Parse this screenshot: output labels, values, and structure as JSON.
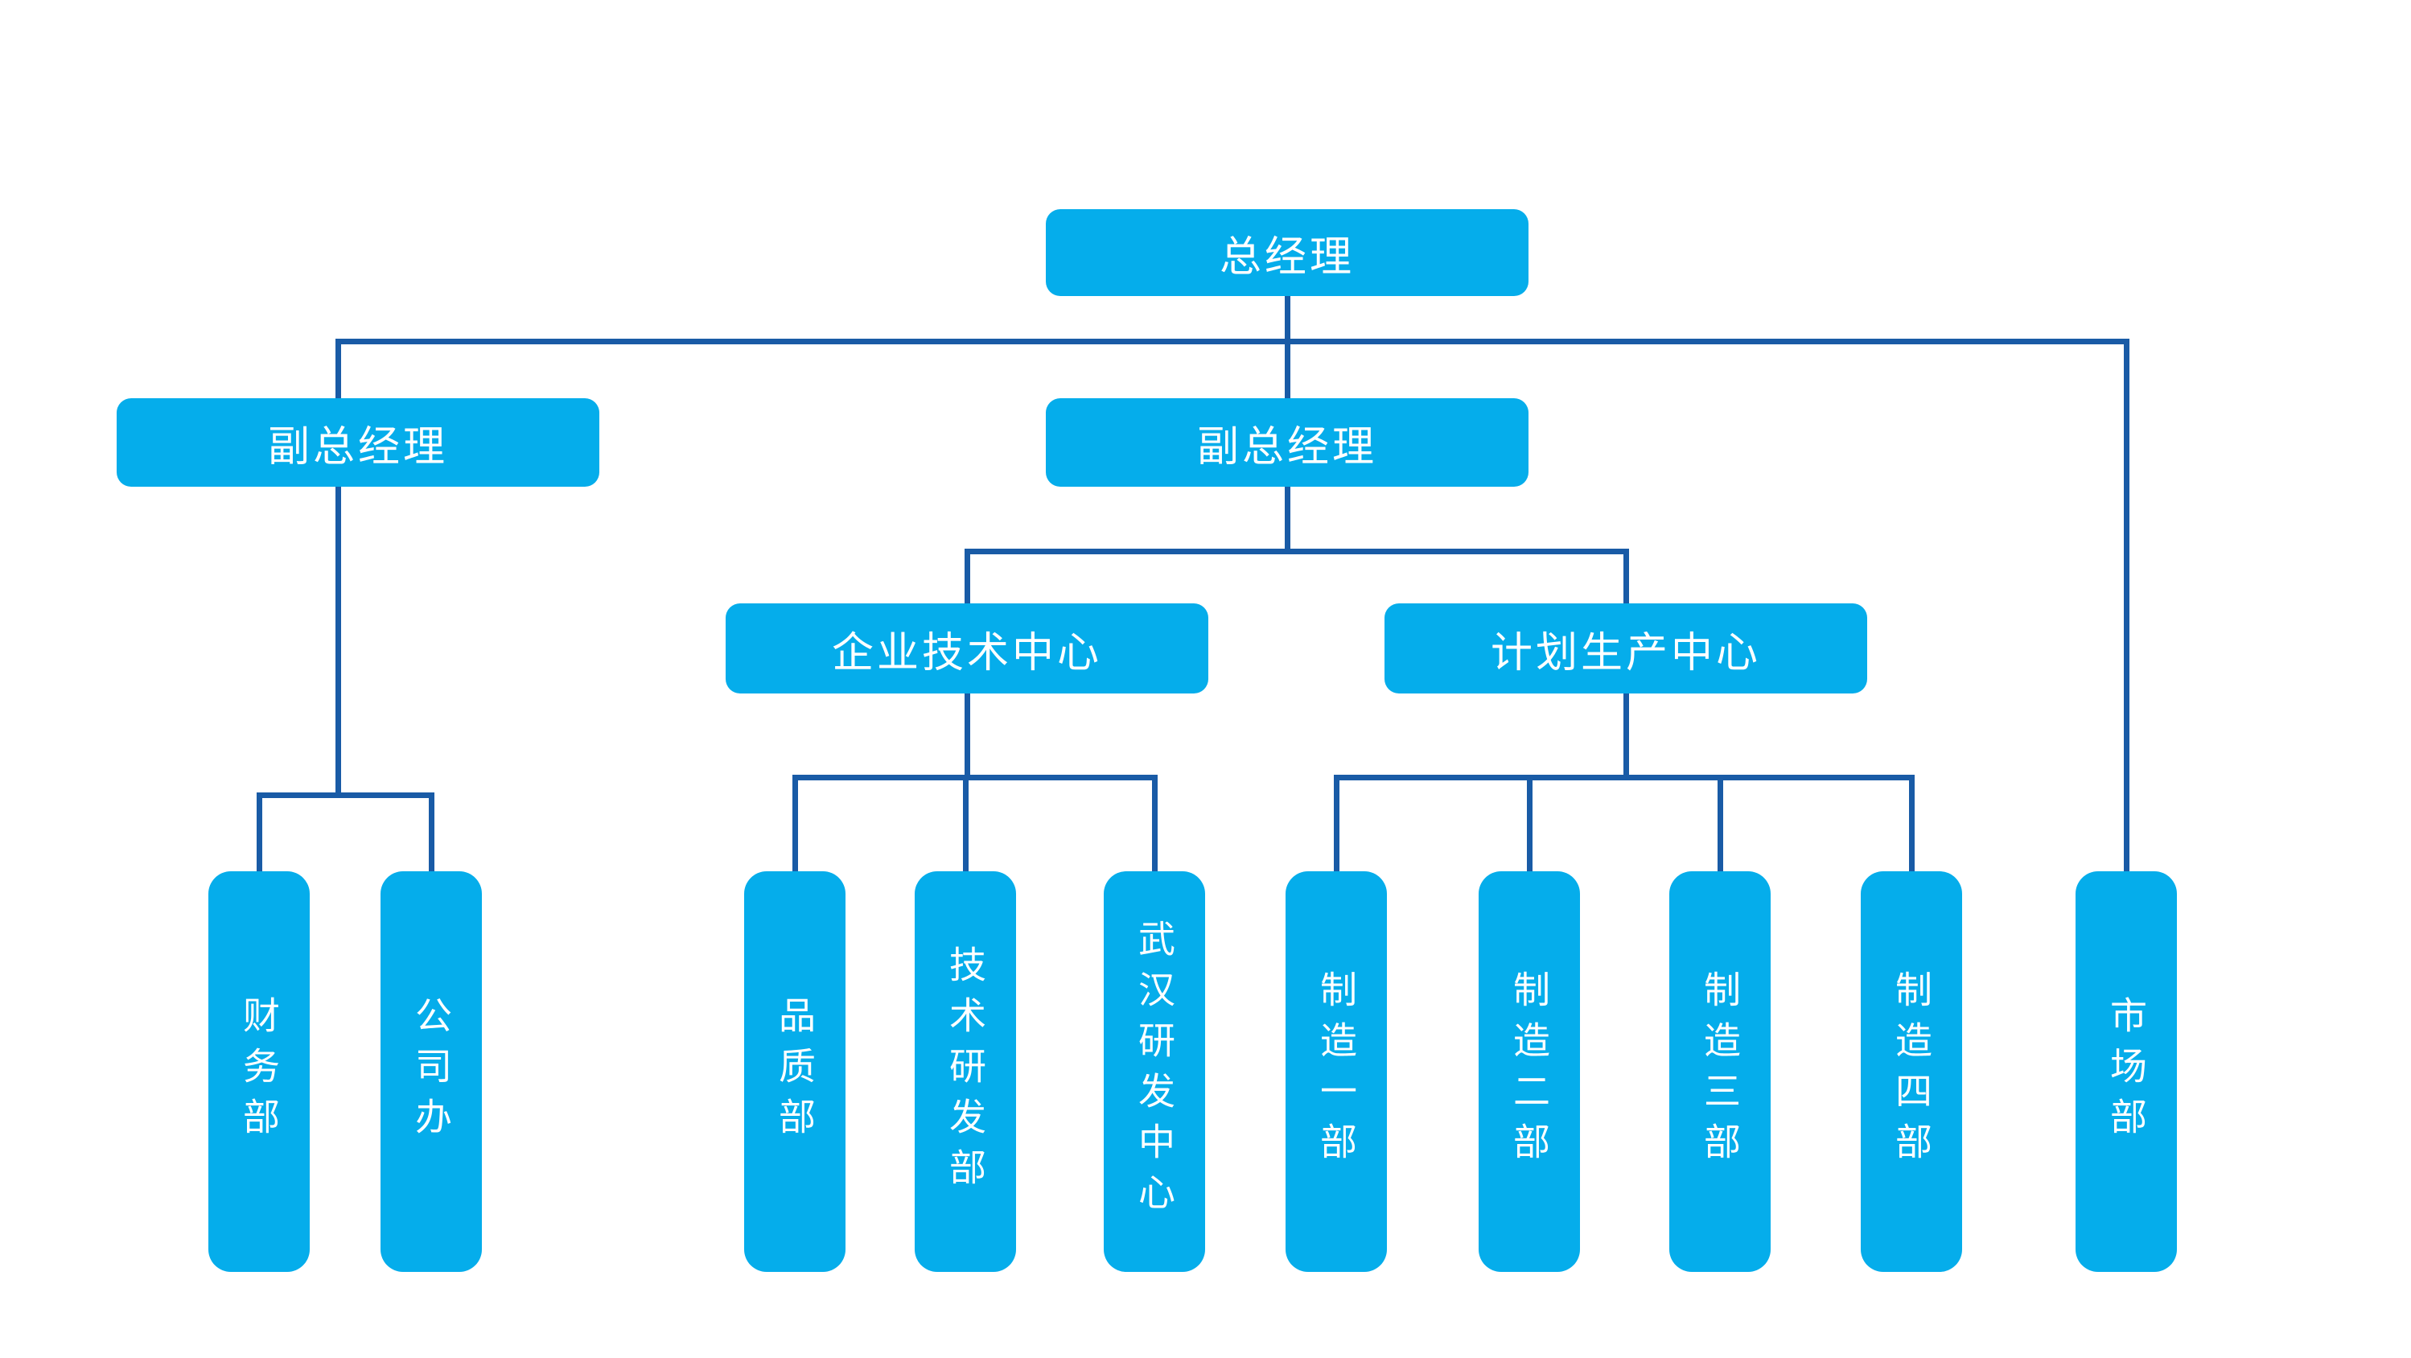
{
  "colors": {
    "background": "#ffffff",
    "node_fill": "#05adeb",
    "node_text": "#ffffff",
    "connector": "#195ba6"
  },
  "org_chart": {
    "type": "org-chart",
    "nodes": [
      {
        "id": "gm",
        "label": "总经理",
        "parent": null,
        "level": 1,
        "orientation": "horizontal"
      },
      {
        "id": "vgm-left",
        "label": "副总经理",
        "parent": "gm",
        "level": 2,
        "orientation": "horizontal"
      },
      {
        "id": "vgm-center",
        "label": "副总经理",
        "parent": "gm",
        "level": 2,
        "orientation": "horizontal"
      },
      {
        "id": "market",
        "label": "市场部",
        "parent": "gm",
        "level": 4,
        "orientation": "vertical"
      },
      {
        "id": "tech-center",
        "label": "企业技术中心",
        "parent": "vgm-center",
        "level": 3,
        "orientation": "horizontal"
      },
      {
        "id": "plan-center",
        "label": "计划生产中心",
        "parent": "vgm-center",
        "level": 3,
        "orientation": "horizontal"
      },
      {
        "id": "finance",
        "label": "财务部",
        "parent": "vgm-left",
        "level": 4,
        "orientation": "vertical"
      },
      {
        "id": "office",
        "label": "公司办",
        "parent": "vgm-left",
        "level": 4,
        "orientation": "vertical"
      },
      {
        "id": "quality",
        "label": "品质部",
        "parent": "tech-center",
        "level": 4,
        "orientation": "vertical"
      },
      {
        "id": "tech-rnd",
        "label": "技术研发部",
        "parent": "tech-center",
        "level": 4,
        "orientation": "vertical"
      },
      {
        "id": "wuhan-rnd",
        "label": "武汉研发中心",
        "parent": "tech-center",
        "level": 4,
        "orientation": "vertical"
      },
      {
        "id": "mfg-1",
        "label": "制造一部",
        "parent": "plan-center",
        "level": 4,
        "orientation": "vertical"
      },
      {
        "id": "mfg-2",
        "label": "制造二部",
        "parent": "plan-center",
        "level": 4,
        "orientation": "vertical"
      },
      {
        "id": "mfg-3",
        "label": "制造三部",
        "parent": "plan-center",
        "level": 4,
        "orientation": "vertical"
      },
      {
        "id": "mfg-4",
        "label": "制造四部",
        "parent": "plan-center",
        "level": 4,
        "orientation": "vertical"
      }
    ]
  }
}
